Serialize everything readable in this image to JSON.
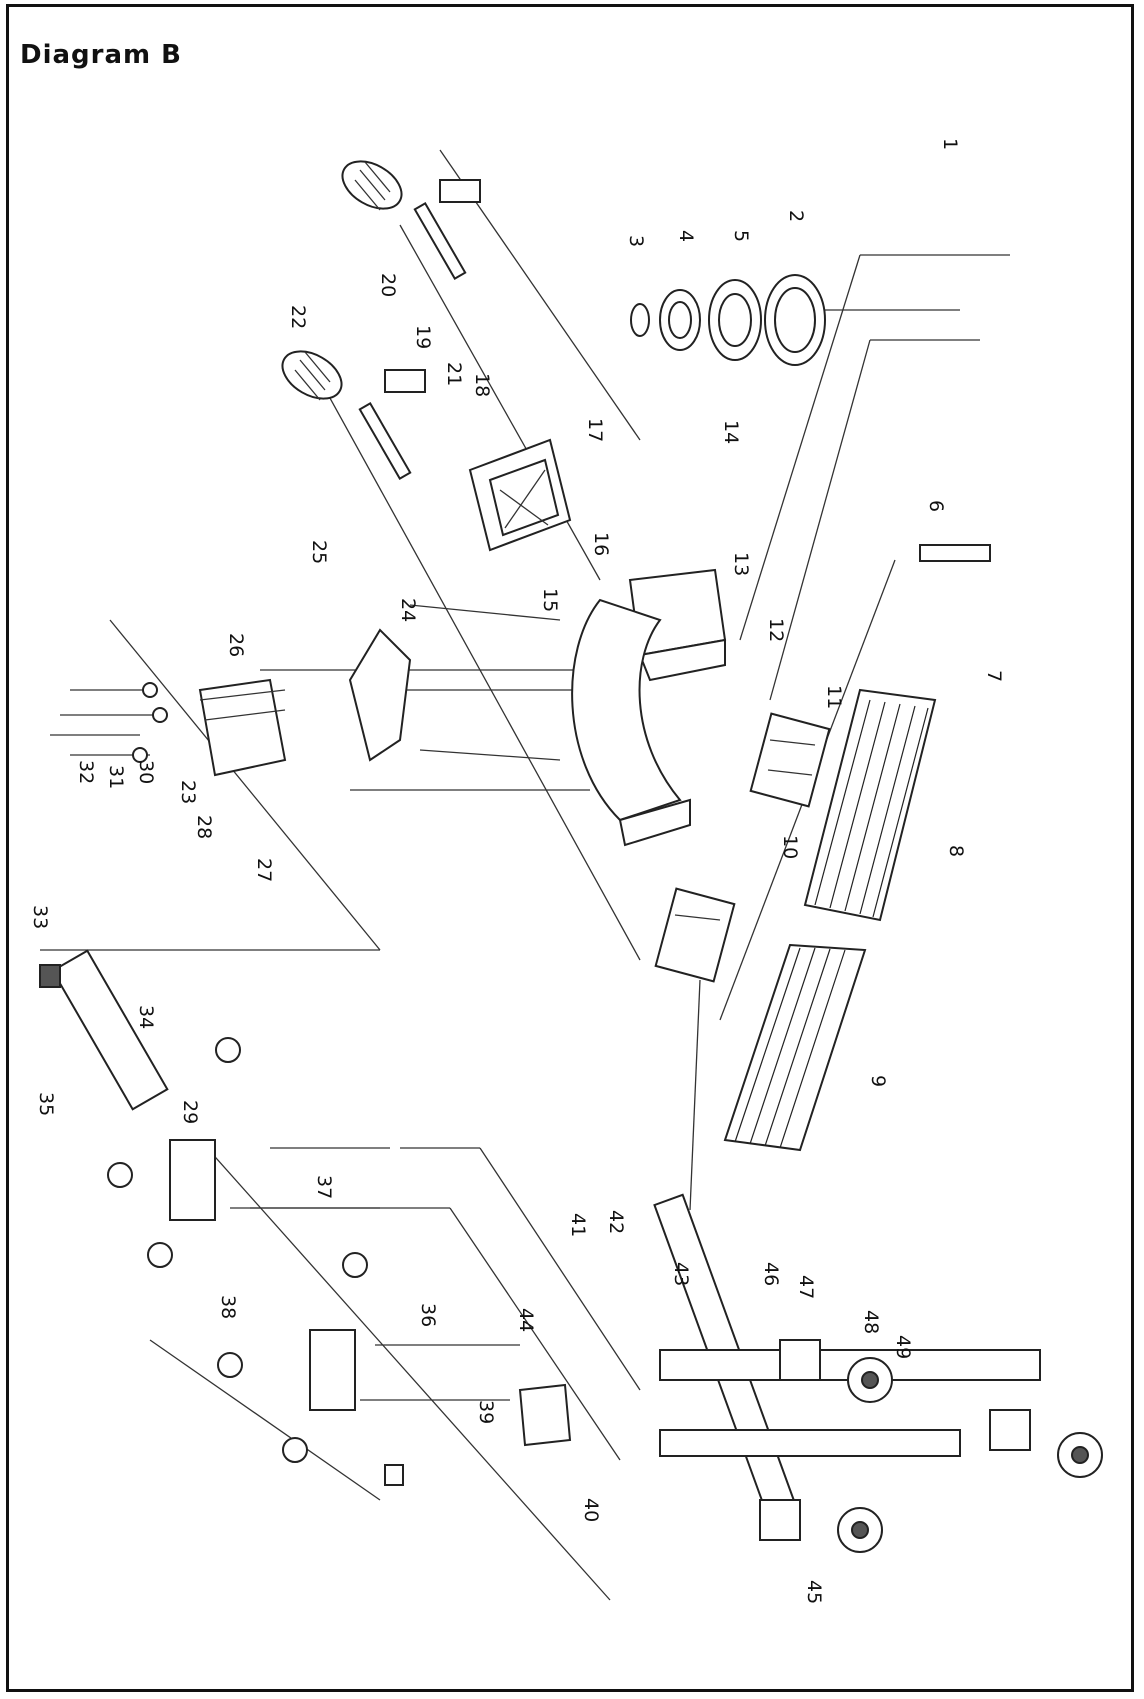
{
  "title": "Diagram B",
  "callouts": [
    "1",
    "2",
    "3",
    "4",
    "5",
    "6",
    "7",
    "8",
    "9",
    "10",
    "11",
    "12",
    "13",
    "14",
    "15",
    "16",
    "17",
    "18",
    "19",
    "20",
    "21",
    "22",
    "23",
    "24",
    "25",
    "26",
    "27",
    "28",
    "29",
    "30",
    "31",
    "32",
    "33",
    "34",
    "35",
    "36",
    "37",
    "38",
    "39",
    "40",
    "41",
    "42",
    "43",
    "44",
    "45",
    "46",
    "47",
    "48",
    "49"
  ]
}
